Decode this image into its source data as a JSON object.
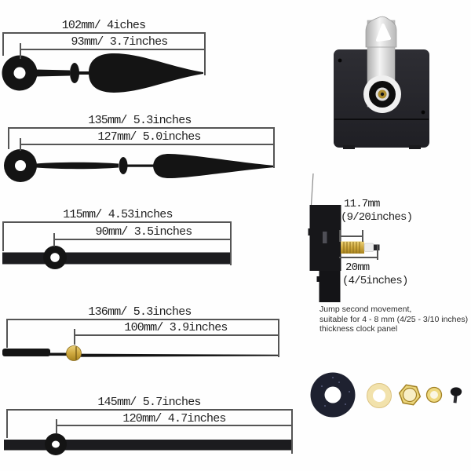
{
  "page": {
    "title": "Clock movement and clock hands size diagram"
  },
  "hands": [
    {
      "name": "spade hour hand",
      "total_length": "102mm/ 4iches",
      "blade_length": "93mm/ 3.7inches"
    },
    {
      "name": "spade minute hand",
      "total_length": "135mm/ 5.3inches",
      "blade_length": "127mm/ 5.0inches"
    },
    {
      "name": "straight hour hand",
      "total_length": "115mm/ 4.53inches",
      "blade_length": "90mm/ 3.5inches"
    },
    {
      "name": "second hand",
      "total_length": "136mm/ 5.3inches",
      "blade_length": "100mm/ 3.9inches"
    },
    {
      "name": "straight minute hand",
      "total_length": "145mm/ 5.7inches",
      "blade_length": "120mm/ 4.7inches"
    }
  ],
  "movement": {
    "shaft_thread_mm": "11.7mm",
    "shaft_thread_in": "(9/20inches)",
    "shaft_total_mm": "20mm",
    "shaft_total_in": "(4/5inches)",
    "note_lines": [
      "Jump second movement,",
      "suitable for 4 - 8 mm (4/25 - 3/10 inches)",
      "thickness clock panel"
    ]
  },
  "hardware_icons": [
    "rubber-washer-icon",
    "plastic-washer-icon",
    "hex-nut-icon",
    "round-nut-icon",
    "screw-pin-icon"
  ],
  "colors": {
    "hand_black": "#1a1a1a",
    "brass": "#c9a845",
    "silver": "#d9d9d9",
    "movement_body": "#26262b",
    "rubber_washer": "#1e2130",
    "ivory_washer": "#f2e2ac",
    "dimension_line": "#555555"
  }
}
